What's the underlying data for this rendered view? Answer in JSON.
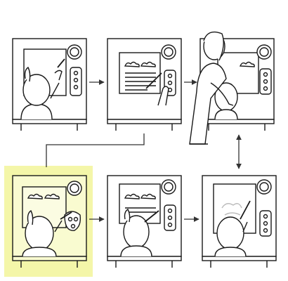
{
  "panels": [
    {
      "id": "p1",
      "name": "panel-child-drawing-sketch",
      "stage": "sketch"
    },
    {
      "id": "p2",
      "name": "panel-child-drawing-with-lines",
      "stage": "lines"
    },
    {
      "id": "p3",
      "name": "panel-adult-helping-child",
      "stage": "adult"
    },
    {
      "id": "p4",
      "name": "panel-child-painting-highlighted",
      "stage": "highlight"
    },
    {
      "id": "p5",
      "name": "panel-child-painting-colour",
      "stage": "paint"
    },
    {
      "id": "p6",
      "name": "panel-child-final-artwork",
      "stage": "final"
    }
  ],
  "highlight": {
    "panel": "p4",
    "color": "#f2f59a"
  },
  "colors": {
    "line": "#1a1a1a",
    "arrow": "#333333",
    "paper": "#ffffff"
  },
  "arrows": [
    {
      "from": "p1",
      "to": "p2"
    },
    {
      "from": "p2",
      "to": "p3"
    },
    {
      "from": "p4",
      "to": "p5"
    },
    {
      "from": "p5",
      "to": "p6"
    },
    {
      "from": "p3",
      "to": "p6",
      "bidirectional": true
    },
    {
      "from": "p4",
      "to": "p2",
      "connector": true
    }
  ]
}
